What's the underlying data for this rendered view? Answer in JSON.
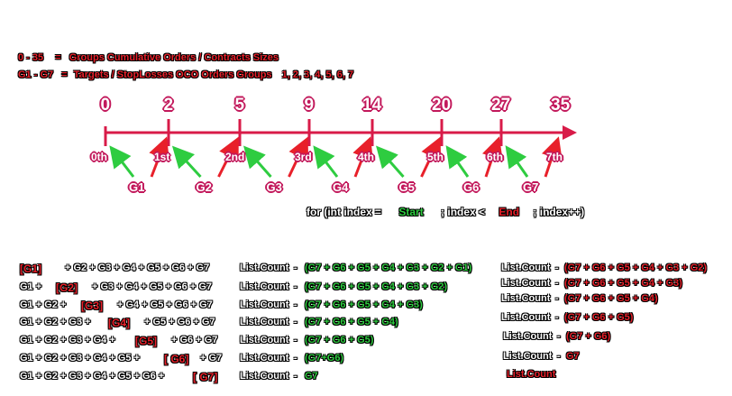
{
  "legend": {
    "line1_key": "0 - 35",
    "line1_eq": "=",
    "line1_desc": "Groups Cumulative Orders / Contracts Sizes",
    "line2_key": "G1 - G7",
    "line2_eq": "=",
    "line2_desc": "Targets / StopLosses OCO Orders Groups",
    "line2_nums": "1,  2,  3,  4,  5,  6,  7"
  },
  "timeline": {
    "numbers": [
      "0",
      "2",
      "5",
      "9",
      "14",
      "20",
      "27",
      "35"
    ],
    "ordinals": [
      "0th",
      "1st",
      "2nd",
      "3rd",
      "4th",
      "5th",
      "6th",
      "7th"
    ],
    "groups": [
      "G1",
      "G2",
      "G3",
      "G4",
      "G5",
      "G6",
      "G7"
    ],
    "colors": {
      "line": "#d81b48",
      "green": "#2ecc40",
      "red": "#e8202a"
    }
  },
  "loop": {
    "prefix": "for (int  index =",
    "start": "Start",
    "mid": "; index <",
    "end": "End",
    "suffix": "; index++)"
  },
  "rows_left": [
    {
      "pre": "",
      "bracket": "[G1]",
      "post": "+ G2 + G3 + G4 + G5 + G6 + G7",
      "count": "List.Count",
      "dash": " - ",
      "expr": "(G7 + G6 + G5 + G4 + G3 + G2 + G1)"
    },
    {
      "pre": "G1 +",
      "bracket": "[G2]",
      "post": "+ G3 + G4 + G5 + G6 + G7",
      "count": "List.Count",
      "dash": " - ",
      "expr": "(G7 + G6 + G5 + G4 + G3 + G2)"
    },
    {
      "pre": "G1 + G2 +",
      "bracket": "[G3]",
      "post": "+ G4 + G5 + G6 + G7",
      "count": "List.Count",
      "dash": " - ",
      "expr": "(G7 + G6 + G5 + G4 + G3)"
    },
    {
      "pre": "G1 + G2 + G3 +",
      "bracket": "[G4]",
      "post": "+ G5 + G6 + G7",
      "count": "List.Count",
      "dash": " - ",
      "expr": "(G7 + G6 + G5 + G4)"
    },
    {
      "pre": "G1 + G2 + G3 + G4 +",
      "bracket": "[G5]",
      "post": "+ G6 + G7",
      "count": "List.Count",
      "dash": " - ",
      "expr": "(G7 + G6 + G5)"
    },
    {
      "pre": "G1 + G2 + G3 + G4 + G5 +",
      "bracket": "[ G6]",
      "post": "+ G7",
      "count": "List.Count",
      "dash": " - ",
      "expr": "(G7+G6)"
    },
    {
      "pre": "G1 + G2 + G3 + G4 + G5 + G6 +",
      "bracket": "[ G7]",
      "post": "",
      "count": "List.Count",
      "dash": " - ",
      "expr": "G7"
    }
  ],
  "rows_right": [
    {
      "count": "List.Count",
      "dash": " - ",
      "expr": "(G7 + G6 + G5 + G4 + G3 + G2)"
    },
    {
      "count": "List.Count",
      "dash": " - ",
      "expr": "(G7 + G6 + G5 + G4 + G3)"
    },
    {
      "count": "List.Count",
      "dash": " - ",
      "expr": "(G7 + G6 + G5 + G4)"
    },
    {
      "count": "List.Count",
      "dash": " - ",
      "expr": "(G7 + G6 + G5)"
    },
    {
      "count": "List.Count",
      "dash": " - ",
      "expr": "(G7 + G6)"
    },
    {
      "count": "List.Count",
      "dash": " - ",
      "expr": "G7"
    },
    {
      "count": "List.Count",
      "dash": "",
      "expr": ""
    }
  ]
}
